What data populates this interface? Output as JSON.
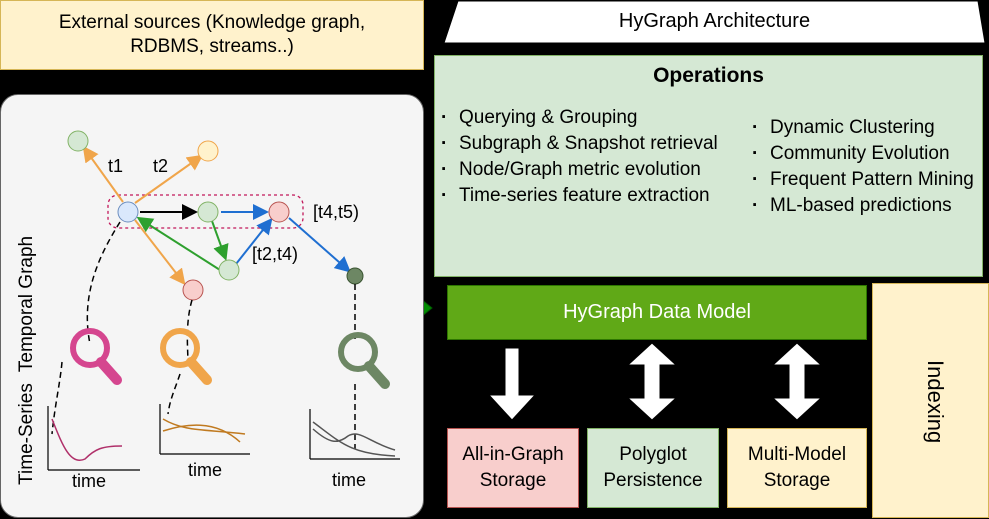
{
  "external_sources": {
    "line1": "External sources (Knowledge graph,",
    "line2": "RDBMS, streams..)"
  },
  "architecture_title": "HyGraph Architecture",
  "operations": {
    "title": "Operations",
    "left": [
      "Querying & Grouping",
      "Subgraph & Snapshot retrieval",
      "Node/Graph metric evolution",
      "Time-series feature extraction"
    ],
    "right": [
      "Dynamic Clustering",
      "Community Evolution",
      "Frequent Pattern Mining",
      "ML-based predictions"
    ]
  },
  "data_model": "HyGraph Data Model",
  "indexing": "Indexing",
  "storage": {
    "all_in_graph": "All-in-Graph Storage",
    "polyglot": "Polyglot Persistence",
    "multi_model": "Multi-Model Storage"
  },
  "left_panel": {
    "temporal_graph_label": "Temporal Graph",
    "time_series_label": "Time-Series",
    "edge_labels": {
      "t1": "t1",
      "t2": "t2",
      "t4t5": "[t4,t5)",
      "t2t4": "[t2,t4)"
    },
    "time_label": "time"
  },
  "colors": {
    "green_fill": "#d5e8d4",
    "yellow_fill": "#fff2cc",
    "red_fill": "#f8cecc",
    "model_green": "#60a917",
    "pink": "#d5468f",
    "orange": "#f0a54a",
    "gray_green": "#6d8764"
  }
}
